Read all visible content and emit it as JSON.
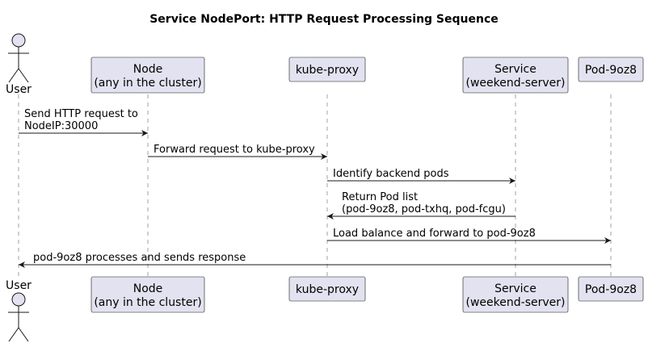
{
  "title": "Service NodePort: HTTP Request Processing Sequence",
  "participants": [
    {
      "id": "user",
      "kind": "actor",
      "lines": [
        "User"
      ]
    },
    {
      "id": "node",
      "kind": "box",
      "lines": [
        "Node",
        "(any in the cluster)"
      ]
    },
    {
      "id": "kube-proxy",
      "kind": "box",
      "lines": [
        "kube-proxy"
      ]
    },
    {
      "id": "service",
      "kind": "box",
      "lines": [
        "Service",
        "(weekend-server)"
      ]
    },
    {
      "id": "pod",
      "kind": "box",
      "lines": [
        "Pod-9oz8"
      ]
    }
  ],
  "messages": [
    {
      "from": "user",
      "to": "node",
      "lines": [
        "Send HTTP request to",
        "NodeIP:30000"
      ]
    },
    {
      "from": "node",
      "to": "kube-proxy",
      "lines": [
        "Forward request to kube-proxy"
      ]
    },
    {
      "from": "kube-proxy",
      "to": "service",
      "lines": [
        "Identify backend pods"
      ]
    },
    {
      "from": "service",
      "to": "kube-proxy",
      "lines": [
        "Return Pod list",
        "(pod-9oz8, pod-txhq, pod-fcgu)"
      ]
    },
    {
      "from": "kube-proxy",
      "to": "pod",
      "lines": [
        "Load balance and forward to pod-9oz8"
      ]
    },
    {
      "from": "pod",
      "to": "user",
      "lines": [
        "pod-9oz8 processes and sends response"
      ]
    }
  ],
  "colors": {
    "participant_fill": "#e2e2f0",
    "border": "#181818",
    "lifeline": "#a0a0a0"
  }
}
